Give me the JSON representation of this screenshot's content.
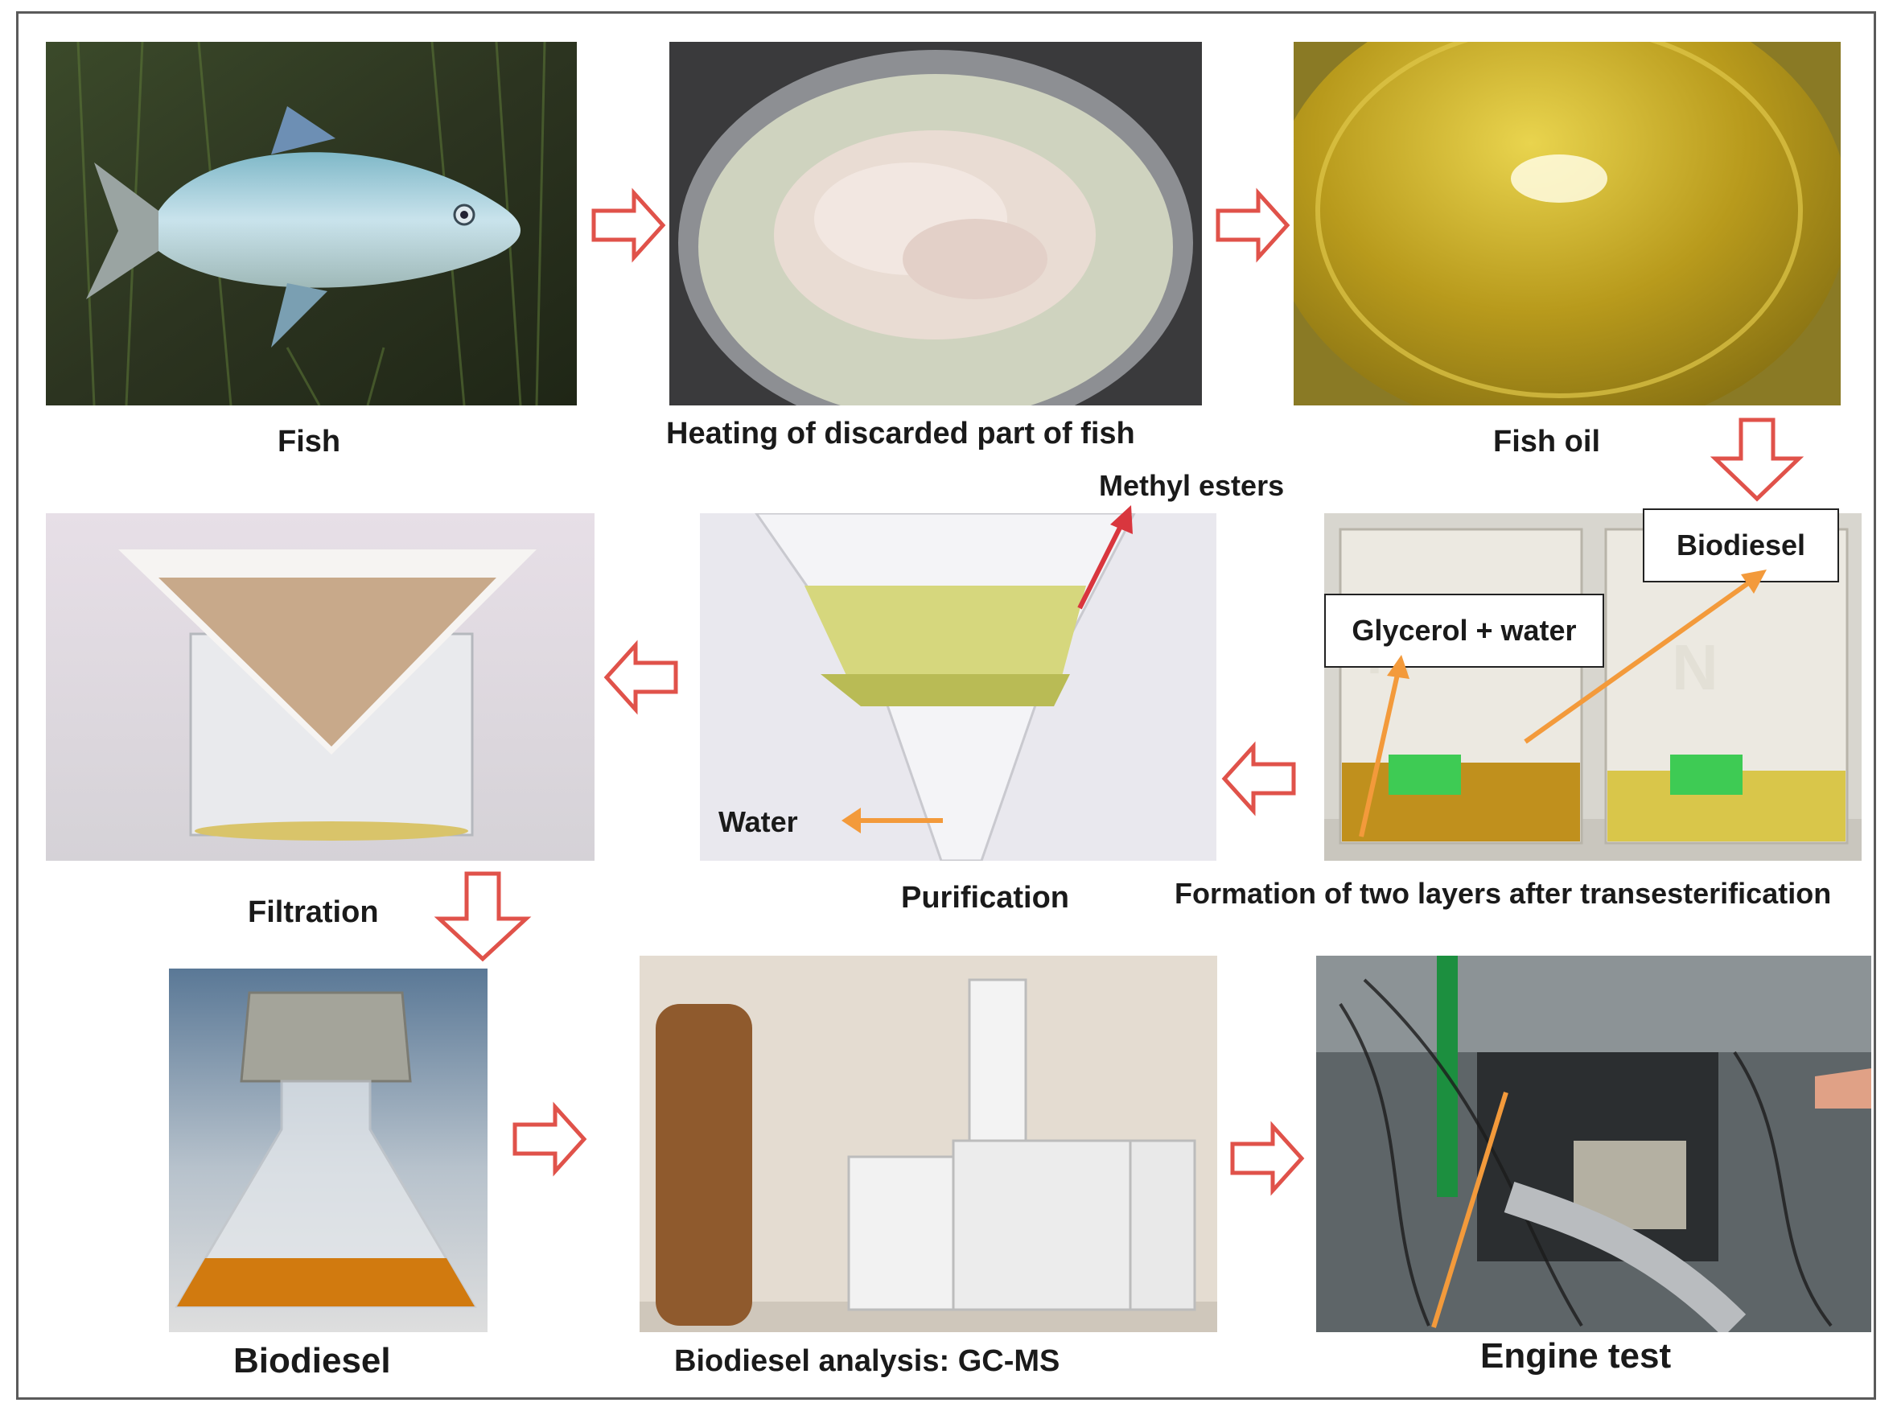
{
  "colors": {
    "flow_arrow": "#e0524a",
    "pointer_orange": "#f39a3b",
    "pointer_red": "#d9363e",
    "caption_text": "#1a1a1a",
    "frame_border": "#5a5a5a"
  },
  "steps": {
    "fish": {
      "caption": "Fish"
    },
    "heating": {
      "caption": "Heating of discarded part of fish"
    },
    "fish_oil": {
      "caption": "Fish oil"
    },
    "transesterification": {
      "caption": "Formation of two layers after transesterification",
      "label_biodiesel": "Biodiesel",
      "label_glycerol": "Glycerol + water",
      "beaker_mark_1": "N",
      "beaker_mark_2": "N"
    },
    "purification": {
      "caption": "Purification",
      "label_methyl": "Methyl esters",
      "label_water": "Water"
    },
    "filtration": {
      "caption": "Filtration"
    },
    "biodiesel": {
      "caption": "Biodiesel"
    },
    "gcms": {
      "caption": "Biodiesel analysis: GC-MS"
    },
    "engine": {
      "caption": "Engine test"
    }
  },
  "flow_arrows": [
    {
      "from": "fish",
      "to": "heating",
      "direction": "right"
    },
    {
      "from": "heating",
      "to": "fish_oil",
      "direction": "right"
    },
    {
      "from": "fish_oil",
      "to": "transesterification",
      "direction": "down"
    },
    {
      "from": "transesterification",
      "to": "purification",
      "direction": "left"
    },
    {
      "from": "purification",
      "to": "filtration",
      "direction": "left"
    },
    {
      "from": "filtration",
      "to": "biodiesel",
      "direction": "down"
    },
    {
      "from": "biodiesel",
      "to": "gcms",
      "direction": "right"
    },
    {
      "from": "gcms",
      "to": "engine",
      "direction": "right"
    }
  ]
}
